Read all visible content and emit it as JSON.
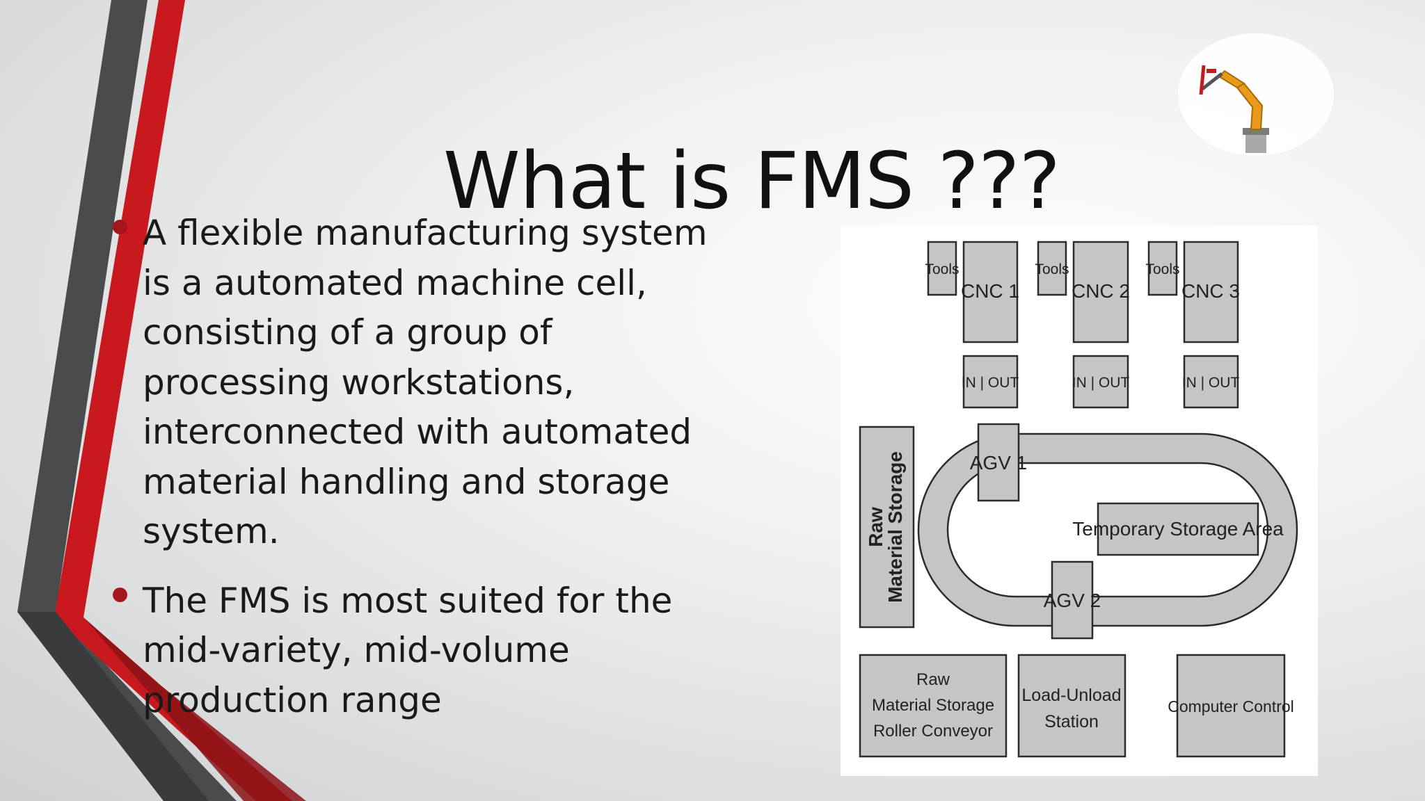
{
  "slide": {
    "title": "What is FMS ???",
    "bullets": [
      "A flexible manufacturing system is a automated machine cell, consisting of  a group of processing workstations, interconnected with automated material handling and storage system.",
      "The FMS is most suited for the mid-variety, mid-volume production range"
    ]
  },
  "diagram": {
    "machines": [
      {
        "tools": "Tools",
        "name": "CNC 1",
        "io": "IN | OUT"
      },
      {
        "tools": "Tools",
        "name": "CNC 2",
        "io": "IN | OUT"
      },
      {
        "tools": "Tools",
        "name": "CNC 3",
        "io": "IN | OUT"
      }
    ],
    "agv1": "AGV 1",
    "agv2": "AGV 2",
    "temp_storage": "Temporary Storage Area",
    "raw_storage_vertical": [
      "Raw",
      "Material Storage"
    ],
    "raw_conveyor": [
      "Raw",
      "Material Storage",
      "Roller Conveyor"
    ],
    "load_unload": [
      "Load-Unload",
      "Station"
    ],
    "computer_control": "Computer Control"
  },
  "colors": {
    "accent_red": "#c8191f",
    "dark_red": "#8b1418",
    "stripe_gray": "#4a4b4d",
    "bullet": "#a3161b"
  },
  "icons": [
    "industrial-robot-arm-icon"
  ]
}
